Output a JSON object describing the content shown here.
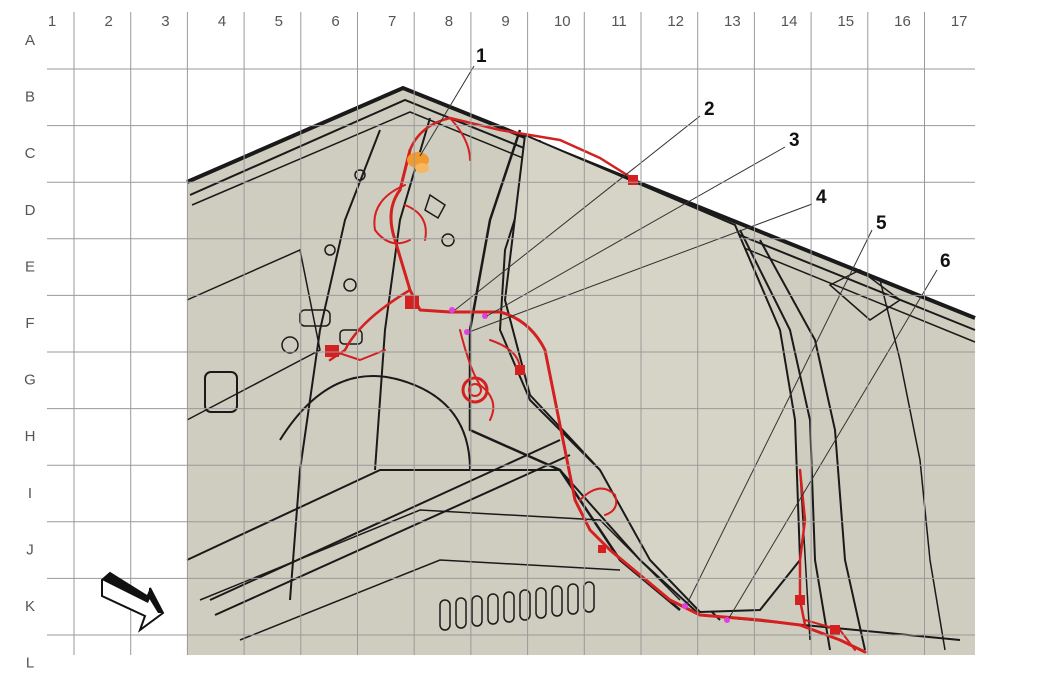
{
  "grid": {
    "columns": [
      "1",
      "2",
      "3",
      "4",
      "5",
      "6",
      "7",
      "8",
      "9",
      "10",
      "11",
      "12",
      "13",
      "14",
      "15",
      "16",
      "17"
    ],
    "rows": [
      "A",
      "B",
      "C",
      "D",
      "E",
      "F",
      "G",
      "H",
      "I",
      "J",
      "K",
      "L"
    ]
  },
  "callouts": [
    {
      "label": "1"
    },
    {
      "label": "2"
    },
    {
      "label": "3"
    },
    {
      "label": "4"
    },
    {
      "label": "5"
    },
    {
      "label": "6"
    }
  ],
  "colors": {
    "background_fill": "#cfcdbf",
    "outline": "#1a1a1a",
    "harness": "#d42020",
    "connector_highlight": "#f29a2e",
    "connector_point": "#e040e0",
    "grid": "#9a9a9a"
  },
  "icons": [
    "orientation-arrow-icon"
  ]
}
